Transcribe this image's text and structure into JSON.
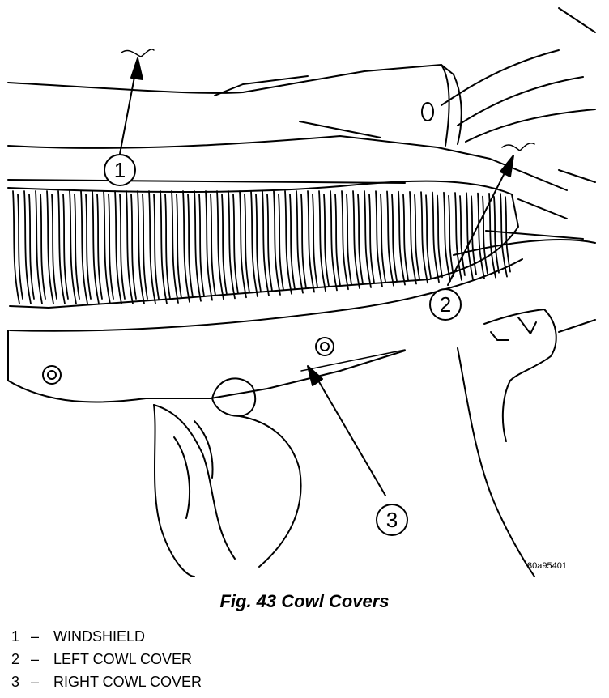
{
  "figure": {
    "caption": "Fig. 43 Cowl Covers",
    "part_code": "80a95401"
  },
  "callouts": [
    {
      "number": "1",
      "target": "windshield"
    },
    {
      "number": "2",
      "target": "left-cowl-cover"
    },
    {
      "number": "3",
      "target": "right-cowl-cover"
    }
  ],
  "legend": [
    {
      "number": "1",
      "dash": "–",
      "label": "WINDSHIELD"
    },
    {
      "number": "2",
      "dash": "–",
      "label": "LEFT COWL COVER"
    },
    {
      "number": "3",
      "dash": "–",
      "label": "RIGHT COWL COVER"
    }
  ]
}
